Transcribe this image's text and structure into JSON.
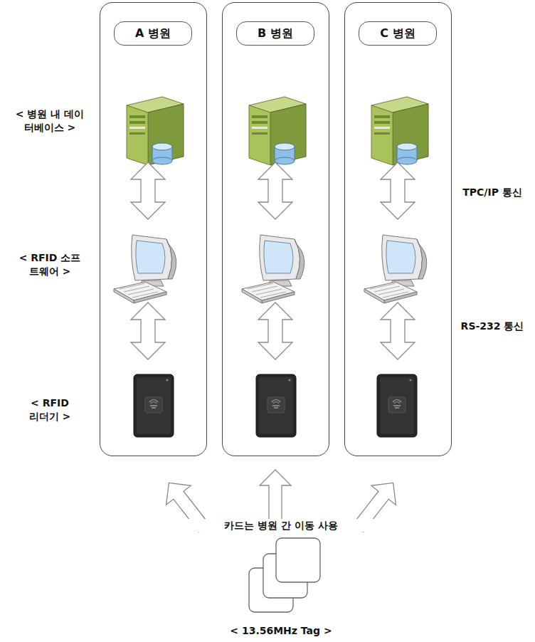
{
  "diagram": {
    "nodes": [
      {
        "text": [
          "A 병원"
        ]
      },
      {
        "text": [
          "B 병원"
        ]
      },
      {
        "text": [
          "C 병원"
        ]
      }
    ],
    "labels": [
      "< 병원 내 데이터베이스 >",
      "< RFID 소프트웨어 >",
      "< RFID 리더기 >",
      "TPC/IP 통신",
      "RS-232 통신",
      "카드는 병원 간 이동 사용",
      "< 13.56MHz Tag >"
    ]
  }
}
